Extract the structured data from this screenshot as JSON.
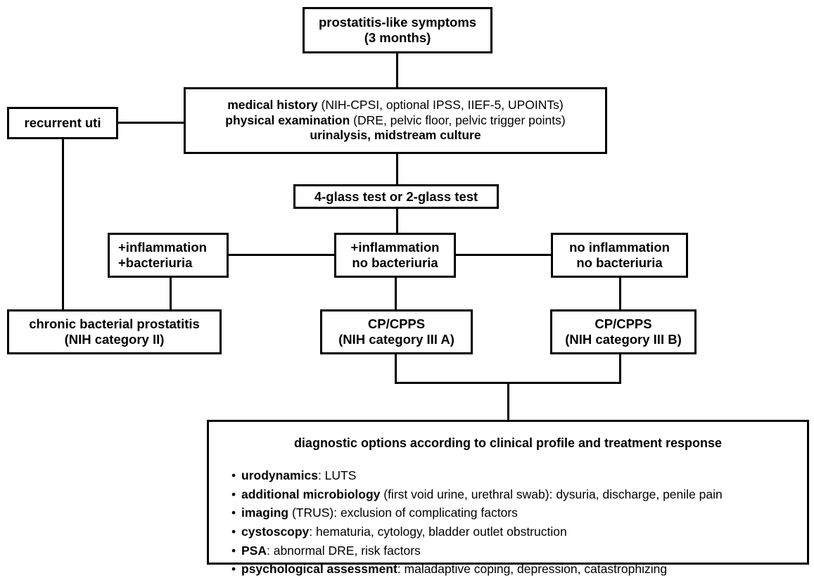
{
  "diagram": {
    "title": "Diagnostic algorithm for prostatitis-like symptoms",
    "nodes": {
      "symptoms": {
        "line1": "prostatitis-like symptoms",
        "line2": "(3 months)"
      },
      "recurrent_uti": {
        "line1": "recurrent uti"
      },
      "workup": {
        "line1_bold": "medical history",
        "line1_rest": " (NIH-CPSI, optional IPSS, IIEF-5, UPOINTs)",
        "line2_bold": "physical examination",
        "line2_rest": " (DRE, pelvic floor, pelvic trigger points)",
        "line3_bold": "urinalysis, midstream culture"
      },
      "glass_test": {
        "line1": "4-glass test or 2-glass test"
      },
      "infl_bact": {
        "line1": "+inflammation",
        "line2": "+bacteriuria"
      },
      "infl_nobact": {
        "line1": "+inflammation",
        "line2": "no bacteriuria"
      },
      "noinfl_nobact": {
        "line1": "no inflammation",
        "line2": "no bacteriuria"
      },
      "chronic_bacterial": {
        "line1": "chronic bacterial prostatitis",
        "line2": "(NIH category II)"
      },
      "cpps_iiia": {
        "line1": "CP/CPPS",
        "line2": "(NIH category III A)"
      },
      "cpps_iiib": {
        "line1": "CP/CPPS",
        "line2": "(NIH category III B)"
      },
      "diagnostic_options": {
        "title": "diagnostic options according to clinical profile and treatment response",
        "bullet_char": "•",
        "items": [
          {
            "term": "urodynamics",
            "rest": ": LUTS"
          },
          {
            "term": "additional microbiology",
            "rest": " (first void urine, urethral swab): dysuria, discharge, penile pain"
          },
          {
            "term": "imaging",
            "rest": " (TRUS): exclusion of complicating factors"
          },
          {
            "term": "cystoscopy",
            "rest": ": hematuria, cytology, bladder outlet obstruction"
          },
          {
            "term": "PSA",
            "rest": ": abnormal DRE,  risk factors"
          },
          {
            "term": "psychological assessment",
            "rest": ": maladaptive coping, depression, catastrophizing"
          }
        ]
      }
    },
    "colors": {
      "stroke": "#000000",
      "fill": "#ffffff",
      "text": "#000000"
    }
  }
}
